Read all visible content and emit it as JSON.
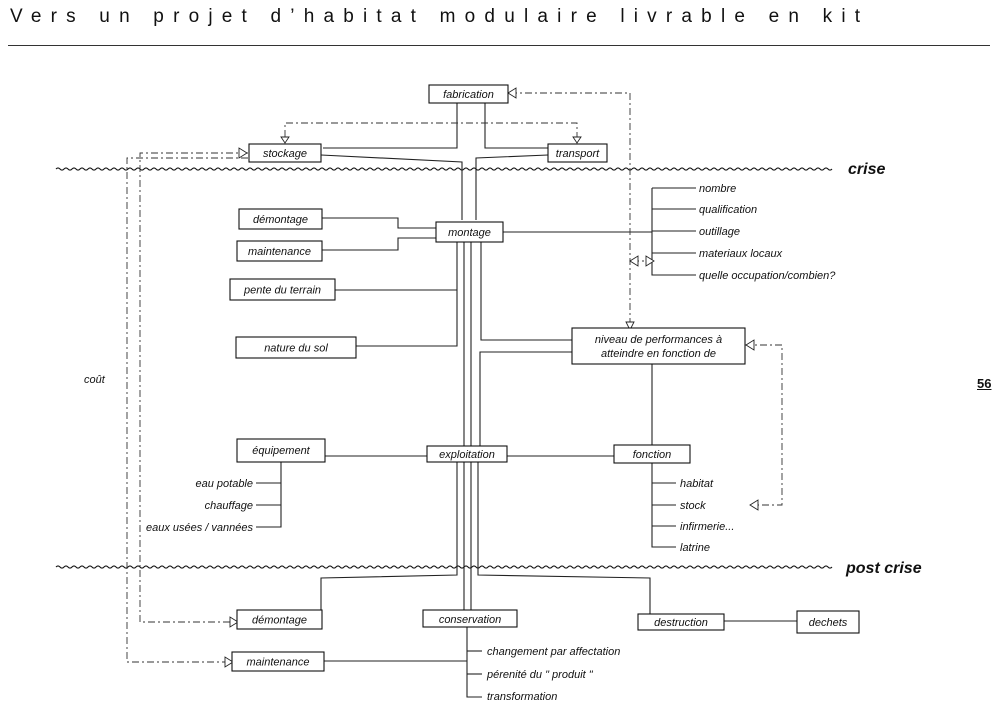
{
  "header": {
    "title": "Vers un projet d’habitat modulaire livrable en kit"
  },
  "page_number": "56",
  "zones": {
    "crise": "crise",
    "post_crise": "post crise"
  },
  "boxes": {
    "fabrication": "fabrication",
    "stockage": "stockage",
    "transport": "transport",
    "demontage_top": "démontage",
    "maintenance_top": "maintenance",
    "montage": "montage",
    "pente": "pente du terrain",
    "nature_sol": "nature du sol",
    "niveau_1": "niveau de performances à",
    "niveau_2": "atteindre en fonction de",
    "equipement": "équipement",
    "exploitation": "exploitation",
    "fonction": "fonction",
    "demontage_bottom": "démontage",
    "conservation": "conservation",
    "destruction": "destruction",
    "dechets": "dechets",
    "maintenance_bottom": "maintenance"
  },
  "labels": {
    "cout": "coût",
    "nombre": "nombre",
    "qualification": "qualification",
    "outillage": "outillage",
    "materiaux": "materiaux locaux",
    "occupation": "quelle occupation/combien?",
    "eau_potable": "eau potable",
    "chauffage": "chauffage",
    "eaux_usees": "eaux usées / vannées",
    "habitat": "habitat",
    "stock": "stock",
    "infirmerie": "infirmerie...",
    "latrine": "latrine",
    "changement": "changement par affectation",
    "perennite": "pérenité du \" produit \"",
    "transformation": "transformation"
  }
}
